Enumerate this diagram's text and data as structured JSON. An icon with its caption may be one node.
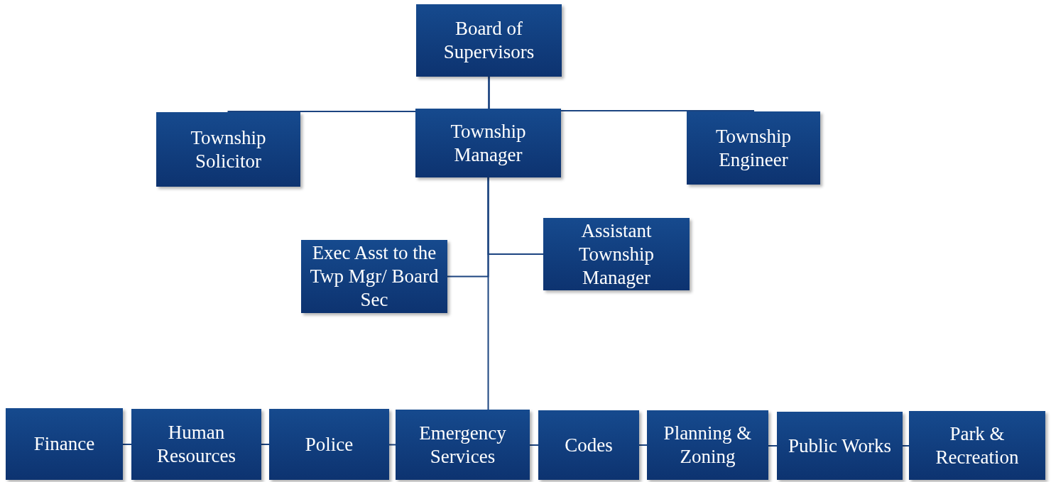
{
  "diagram": {
    "nodes": [
      {
        "text": [
          "Board of Supervisors"
        ]
      },
      {
        "text": [
          "Township Solicitor"
        ]
      },
      {
        "text": [
          "Township Manager"
        ]
      },
      {
        "text": [
          "Township Engineer"
        ]
      },
      {
        "text": [
          "Exec Asst to the Twp Mgr/ Board Sec"
        ]
      },
      {
        "text": [
          "Assistant Township Manager"
        ]
      },
      {
        "text": [
          "Finance"
        ]
      },
      {
        "text": [
          "Human Resources"
        ]
      },
      {
        "text": [
          "Police"
        ]
      },
      {
        "text": [
          "Emergency Services"
        ]
      },
      {
        "text": [
          "Codes"
        ]
      },
      {
        "text": [
          "Planning & Zoning"
        ]
      },
      {
        "text": [
          "Public Works"
        ]
      },
      {
        "text": [
          "Park & Recreation"
        ]
      }
    ],
    "edges": [
      {
        "from": 0,
        "to": 2,
        "arrow": "none"
      },
      {
        "from": 0,
        "to": 1,
        "arrow": "none"
      },
      {
        "from": 0,
        "to": 3,
        "arrow": "none"
      },
      {
        "from": 2,
        "to": 4,
        "arrow": "none"
      },
      {
        "from": 2,
        "to": 5,
        "arrow": "none"
      },
      {
        "from": 2,
        "to": 9,
        "arrow": "none"
      },
      {
        "from": 6,
        "to": 7,
        "arrow": "none"
      },
      {
        "from": 7,
        "to": 8,
        "arrow": "none"
      },
      {
        "from": 8,
        "to": 9,
        "arrow": "none"
      },
      {
        "from": 9,
        "to": 10,
        "arrow": "none"
      },
      {
        "from": 10,
        "to": 11,
        "arrow": "none"
      },
      {
        "from": 11,
        "to": 12,
        "arrow": "none"
      },
      {
        "from": 12,
        "to": 13,
        "arrow": "none"
      }
    ]
  }
}
